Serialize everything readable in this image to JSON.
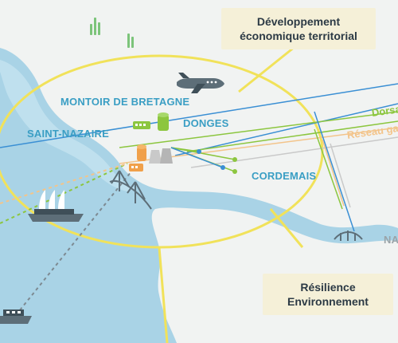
{
  "colors": {
    "water": "#a9d3e6",
    "land": "#f1f3f2",
    "ellipse": "#f1e25a",
    "place_label": "#3a9ec4",
    "box_bg": "#f5f0d8",
    "box_text": "#2c3a45",
    "network_green": "#8cc63f",
    "network_orange": "#f3c48a",
    "network_blue": "#3a8fd4"
  },
  "places": {
    "montoir": "MONTOIR DE BRETAGNE",
    "saint_nazaire": "SAINT-NAZAIRE",
    "donges": "DONGES",
    "cordemais": "CORDEMAIS",
    "nantes_partial": "NA"
  },
  "boxes": {
    "development": [
      "Développement",
      "économique territorial"
    ],
    "resilience": [
      "Résilience",
      "Environnement"
    ]
  },
  "networks": {
    "green_partial": "Dorsa",
    "orange_partial": "Réseau ga"
  },
  "icons": [
    "plane-icon",
    "cruise-ship-icon",
    "cargo-ship-icon",
    "bridge-icon",
    "storage-tank-icon",
    "factory-icon",
    "grass-icon"
  ]
}
